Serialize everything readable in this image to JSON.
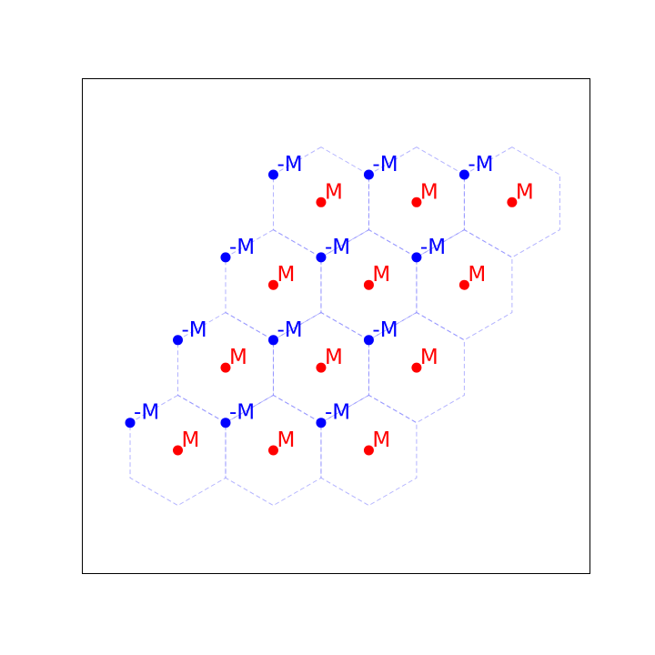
{
  "chart_data": {
    "type": "scatter",
    "title": "",
    "xlabel": "",
    "ylabel": "",
    "axes_visible": false,
    "frame": true,
    "grid": false,
    "colors": {
      "positive": "#ff0000",
      "negative": "#0000ff",
      "hexagon_edge": "#8080ff",
      "frame": "#000000"
    },
    "lattice": {
      "rows": 4,
      "cells_per_row": 3,
      "row_shift_cells": 0.5,
      "cell_outline": "dashed hexagon"
    },
    "series": [
      {
        "name": "M",
        "label": "M",
        "color": "#ff0000",
        "site": "hexagon-center"
      },
      {
        "name": "-M",
        "label": "-M",
        "color": "#0000ff",
        "site": "hexagon-upper-left-vertex"
      }
    ]
  }
}
